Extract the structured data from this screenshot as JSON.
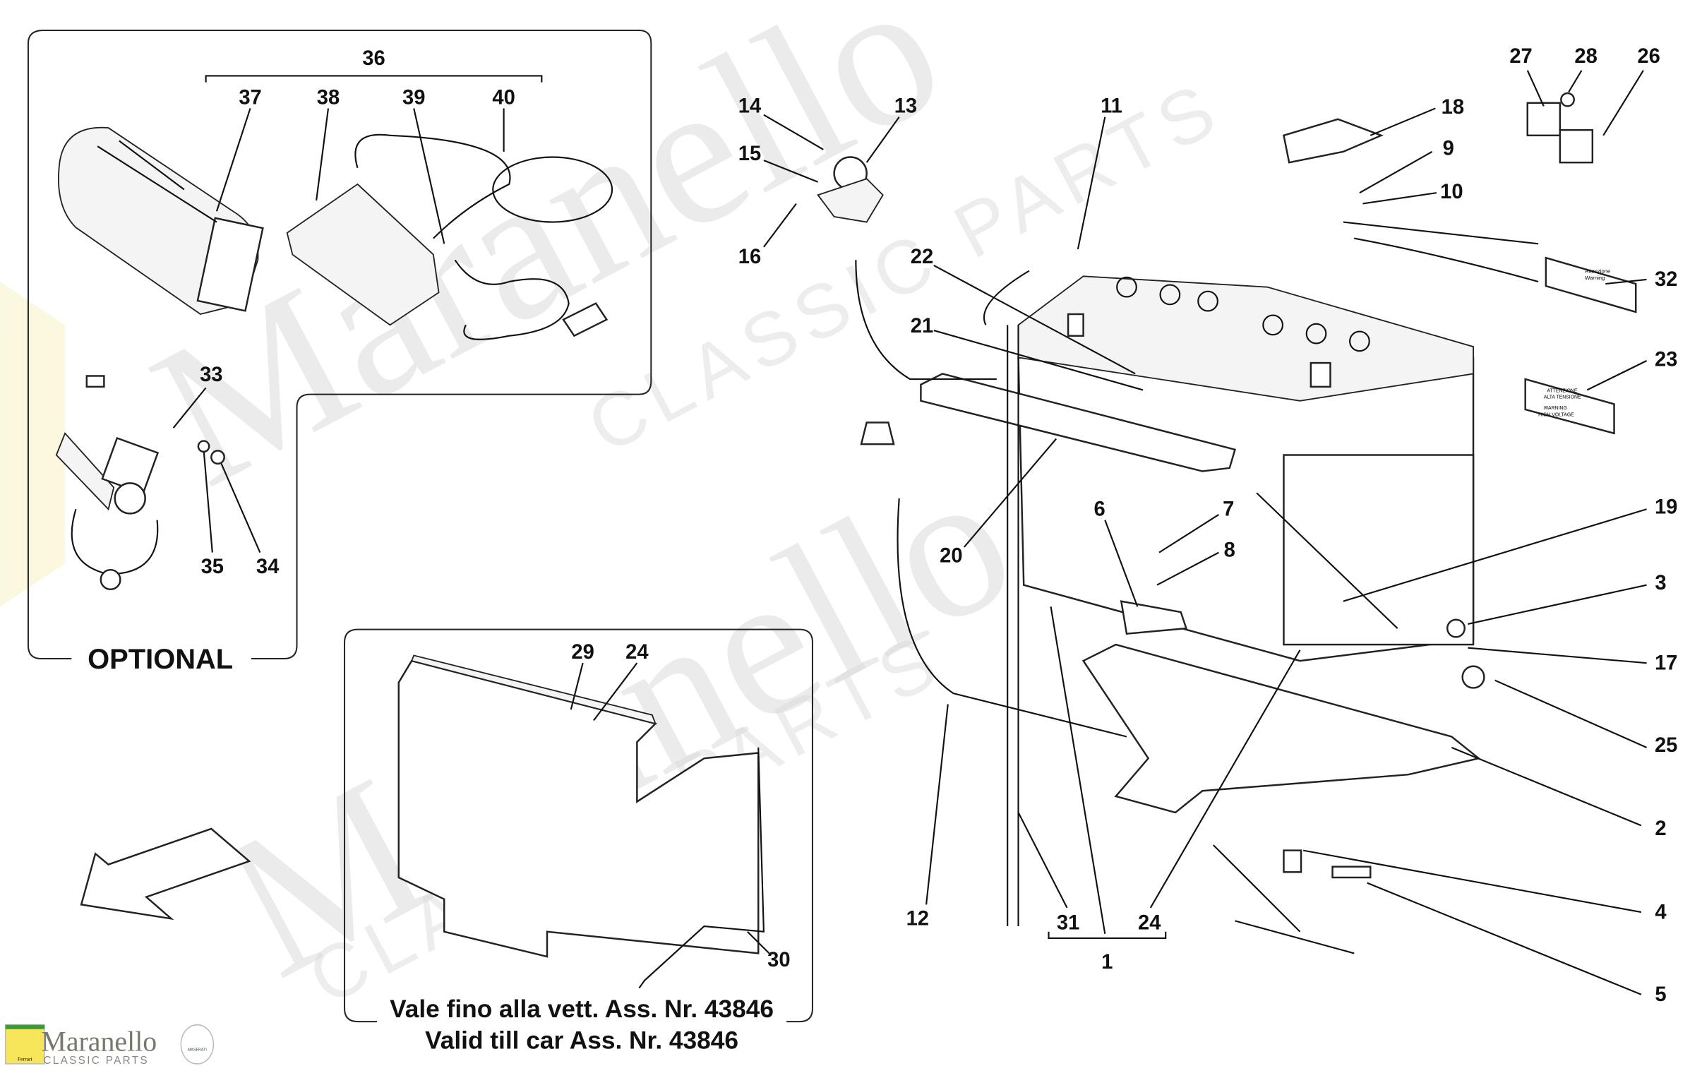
{
  "title": "Battery parts diagram",
  "labels": {
    "optional_group": [
      "36",
      "37",
      "38",
      "39",
      "40",
      "33",
      "35",
      "34"
    ],
    "optional_text": "OPTIONAL",
    "cover_group": [
      "29",
      "24"
    ],
    "cover_note_it": "Vale fino alla vett. Ass. Nr. 43846",
    "cover_note_en": "Valid till car Ass. Nr. 43846",
    "main": [
      "14",
      "13",
      "11",
      "15",
      "16",
      "22",
      "21",
      "20",
      "6",
      "7",
      "8",
      "12",
      "31",
      "24",
      "1",
      "18",
      "9",
      "10",
      "27",
      "28",
      "26",
      "32",
      "23",
      "19",
      "3",
      "17",
      "25",
      "2",
      "4",
      "5"
    ]
  },
  "stickers": {
    "warning_small": [
      "Attenzione",
      "Warning"
    ],
    "warning_voltage": [
      "ATTENZIONE",
      "ALTA TENSIONE",
      "WARNING",
      "HIGH VOLTAGE"
    ]
  },
  "watermark": {
    "brand": "Maranello",
    "sub": "CLASSIC PARTS"
  },
  "logo": {
    "brand": "Maranello",
    "sub": "CLASSIC PARTS",
    "ferrari": "Ferrari",
    "maserati": "MASERATI"
  }
}
